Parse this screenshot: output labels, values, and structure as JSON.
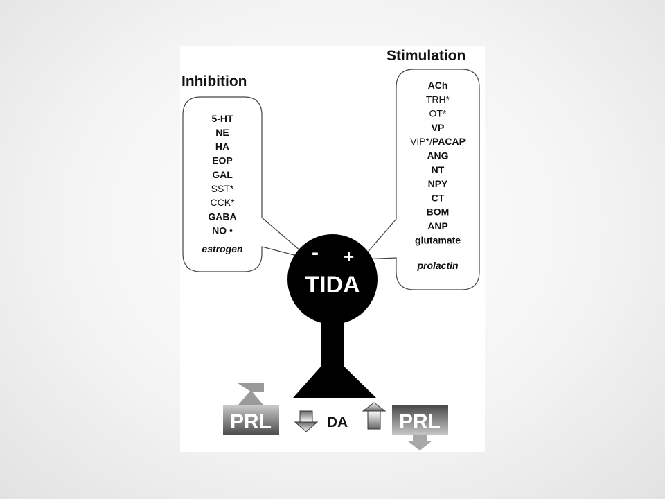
{
  "inhibition": {
    "title": "Inhibition",
    "items": [
      {
        "text": "5-HT",
        "style": "bold"
      },
      {
        "text": "NE",
        "style": "bold"
      },
      {
        "text": "HA",
        "style": "bold"
      },
      {
        "text": "EOP",
        "style": "bold"
      },
      {
        "text": "GAL",
        "style": "bold"
      },
      {
        "text": "SST*",
        "style": "normal"
      },
      {
        "text": "CCK*",
        "style": "normal"
      },
      {
        "text": "GABA",
        "style": "bold"
      },
      {
        "text": "NO •",
        "style": "bold"
      }
    ],
    "footer": "estrogen"
  },
  "stimulation": {
    "title": "Stimulation",
    "items": [
      {
        "text": "ACh",
        "style": "bold"
      },
      {
        "text": "TRH*",
        "style": "normal"
      },
      {
        "text": "OT*",
        "style": "normal"
      },
      {
        "text": "VP",
        "style": "bold"
      },
      {
        "text": "VIP*/PACAP",
        "style": "mixed",
        "normal_part": "VIP*/",
        "bold_part": "PACAP"
      },
      {
        "text": "ANG",
        "style": "bold"
      },
      {
        "text": "NT",
        "style": "bold"
      },
      {
        "text": "NPY",
        "style": "bold"
      },
      {
        "text": "CT",
        "style": "bold"
      },
      {
        "text": "BOM",
        "style": "bold"
      },
      {
        "text": "ANP",
        "style": "bold"
      },
      {
        "text": "glutamate",
        "style": "bold"
      }
    ],
    "footer": "prolactin"
  },
  "neuron": {
    "label": "TIDA",
    "minus": "-",
    "plus": "+"
  },
  "outputs": {
    "prl_left": "PRL",
    "da": "DA",
    "prl_right": "PRL"
  },
  "colors": {
    "neuron": "#000000",
    "box_gradient_dark": "#555555",
    "box_gradient_light": "#bbbbbb"
  }
}
